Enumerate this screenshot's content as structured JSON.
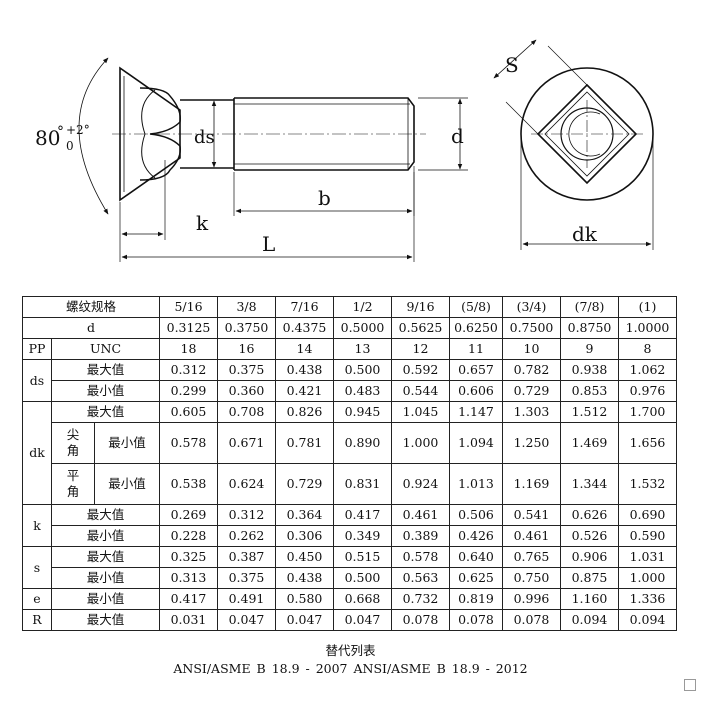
{
  "drawing": {
    "angle_main": "80",
    "angle_sup": "+2°",
    "angle_sub": "0",
    "angle_deg": "°",
    "dim_ds": "ds",
    "dim_d": "d",
    "dim_b": "b",
    "dim_k": "k",
    "dim_L": "L",
    "dim_S": "S",
    "dim_dk": "dk"
  },
  "table": {
    "size_label": "螺纹规格",
    "sizes": [
      "5/16",
      "3/8",
      "7/16",
      "1/2",
      "9/16",
      "(5/8)",
      "(3/4)",
      "(7/8)",
      "(1)"
    ],
    "d_label": "d",
    "d_values": [
      "0.3125",
      "0.3750",
      "0.4375",
      "0.5000",
      "0.5625",
      "0.6250",
      "0.7500",
      "0.8750",
      "1.0000"
    ],
    "pp_label": "PP",
    "unc_label": "UNC",
    "unc_values": [
      "18",
      "16",
      "14",
      "13",
      "12",
      "11",
      "10",
      "9",
      "8"
    ],
    "max_label": "最大值",
    "min_label": "最小值",
    "ds_label": "ds",
    "ds_max": [
      "0.312",
      "0.375",
      "0.438",
      "0.500",
      "0.592",
      "0.657",
      "0.782",
      "0.938",
      "1.062"
    ],
    "ds_min": [
      "0.299",
      "0.360",
      "0.421",
      "0.483",
      "0.544",
      "0.606",
      "0.729",
      "0.853",
      "0.976"
    ],
    "dk_label": "dk",
    "dk_max": [
      "0.605",
      "0.708",
      "0.826",
      "0.945",
      "1.045",
      "1.147",
      "1.303",
      "1.512",
      "1.700"
    ],
    "sharp_1": "尖",
    "sharp_2": "角",
    "flat_1": "平",
    "flat_2": "角",
    "dk_min_sharp": [
      "0.578",
      "0.671",
      "0.781",
      "0.890",
      "1.000",
      "1.094",
      "1.250",
      "1.469",
      "1.656"
    ],
    "dk_min_flat": [
      "0.538",
      "0.624",
      "0.729",
      "0.831",
      "0.924",
      "1.013",
      "1.169",
      "1.344",
      "1.532"
    ],
    "k_label": "k",
    "k_max": [
      "0.269",
      "0.312",
      "0.364",
      "0.417",
      "0.461",
      "0.506",
      "0.541",
      "0.626",
      "0.690"
    ],
    "k_min": [
      "0.228",
      "0.262",
      "0.306",
      "0.349",
      "0.389",
      "0.426",
      "0.461",
      "0.526",
      "0.590"
    ],
    "s_label": "s",
    "s_max": [
      "0.325",
      "0.387",
      "0.450",
      "0.515",
      "0.578",
      "0.640",
      "0.765",
      "0.906",
      "1.031"
    ],
    "s_min": [
      "0.313",
      "0.375",
      "0.438",
      "0.500",
      "0.563",
      "0.625",
      "0.750",
      "0.875",
      "1.000"
    ],
    "e_label": "e",
    "e_min": [
      "0.417",
      "0.491",
      "0.580",
      "0.668",
      "0.732",
      "0.819",
      "0.996",
      "1.160",
      "1.336"
    ],
    "r_label": "R",
    "r_max": [
      "0.031",
      "0.047",
      "0.047",
      "0.047",
      "0.078",
      "0.078",
      "0.078",
      "0.094",
      "0.094"
    ]
  },
  "caption": {
    "title": "替代列表",
    "standards": "ANSI/ASME B 18.9 - 2007  ANSI/ASME B 18.9 - 2012"
  }
}
